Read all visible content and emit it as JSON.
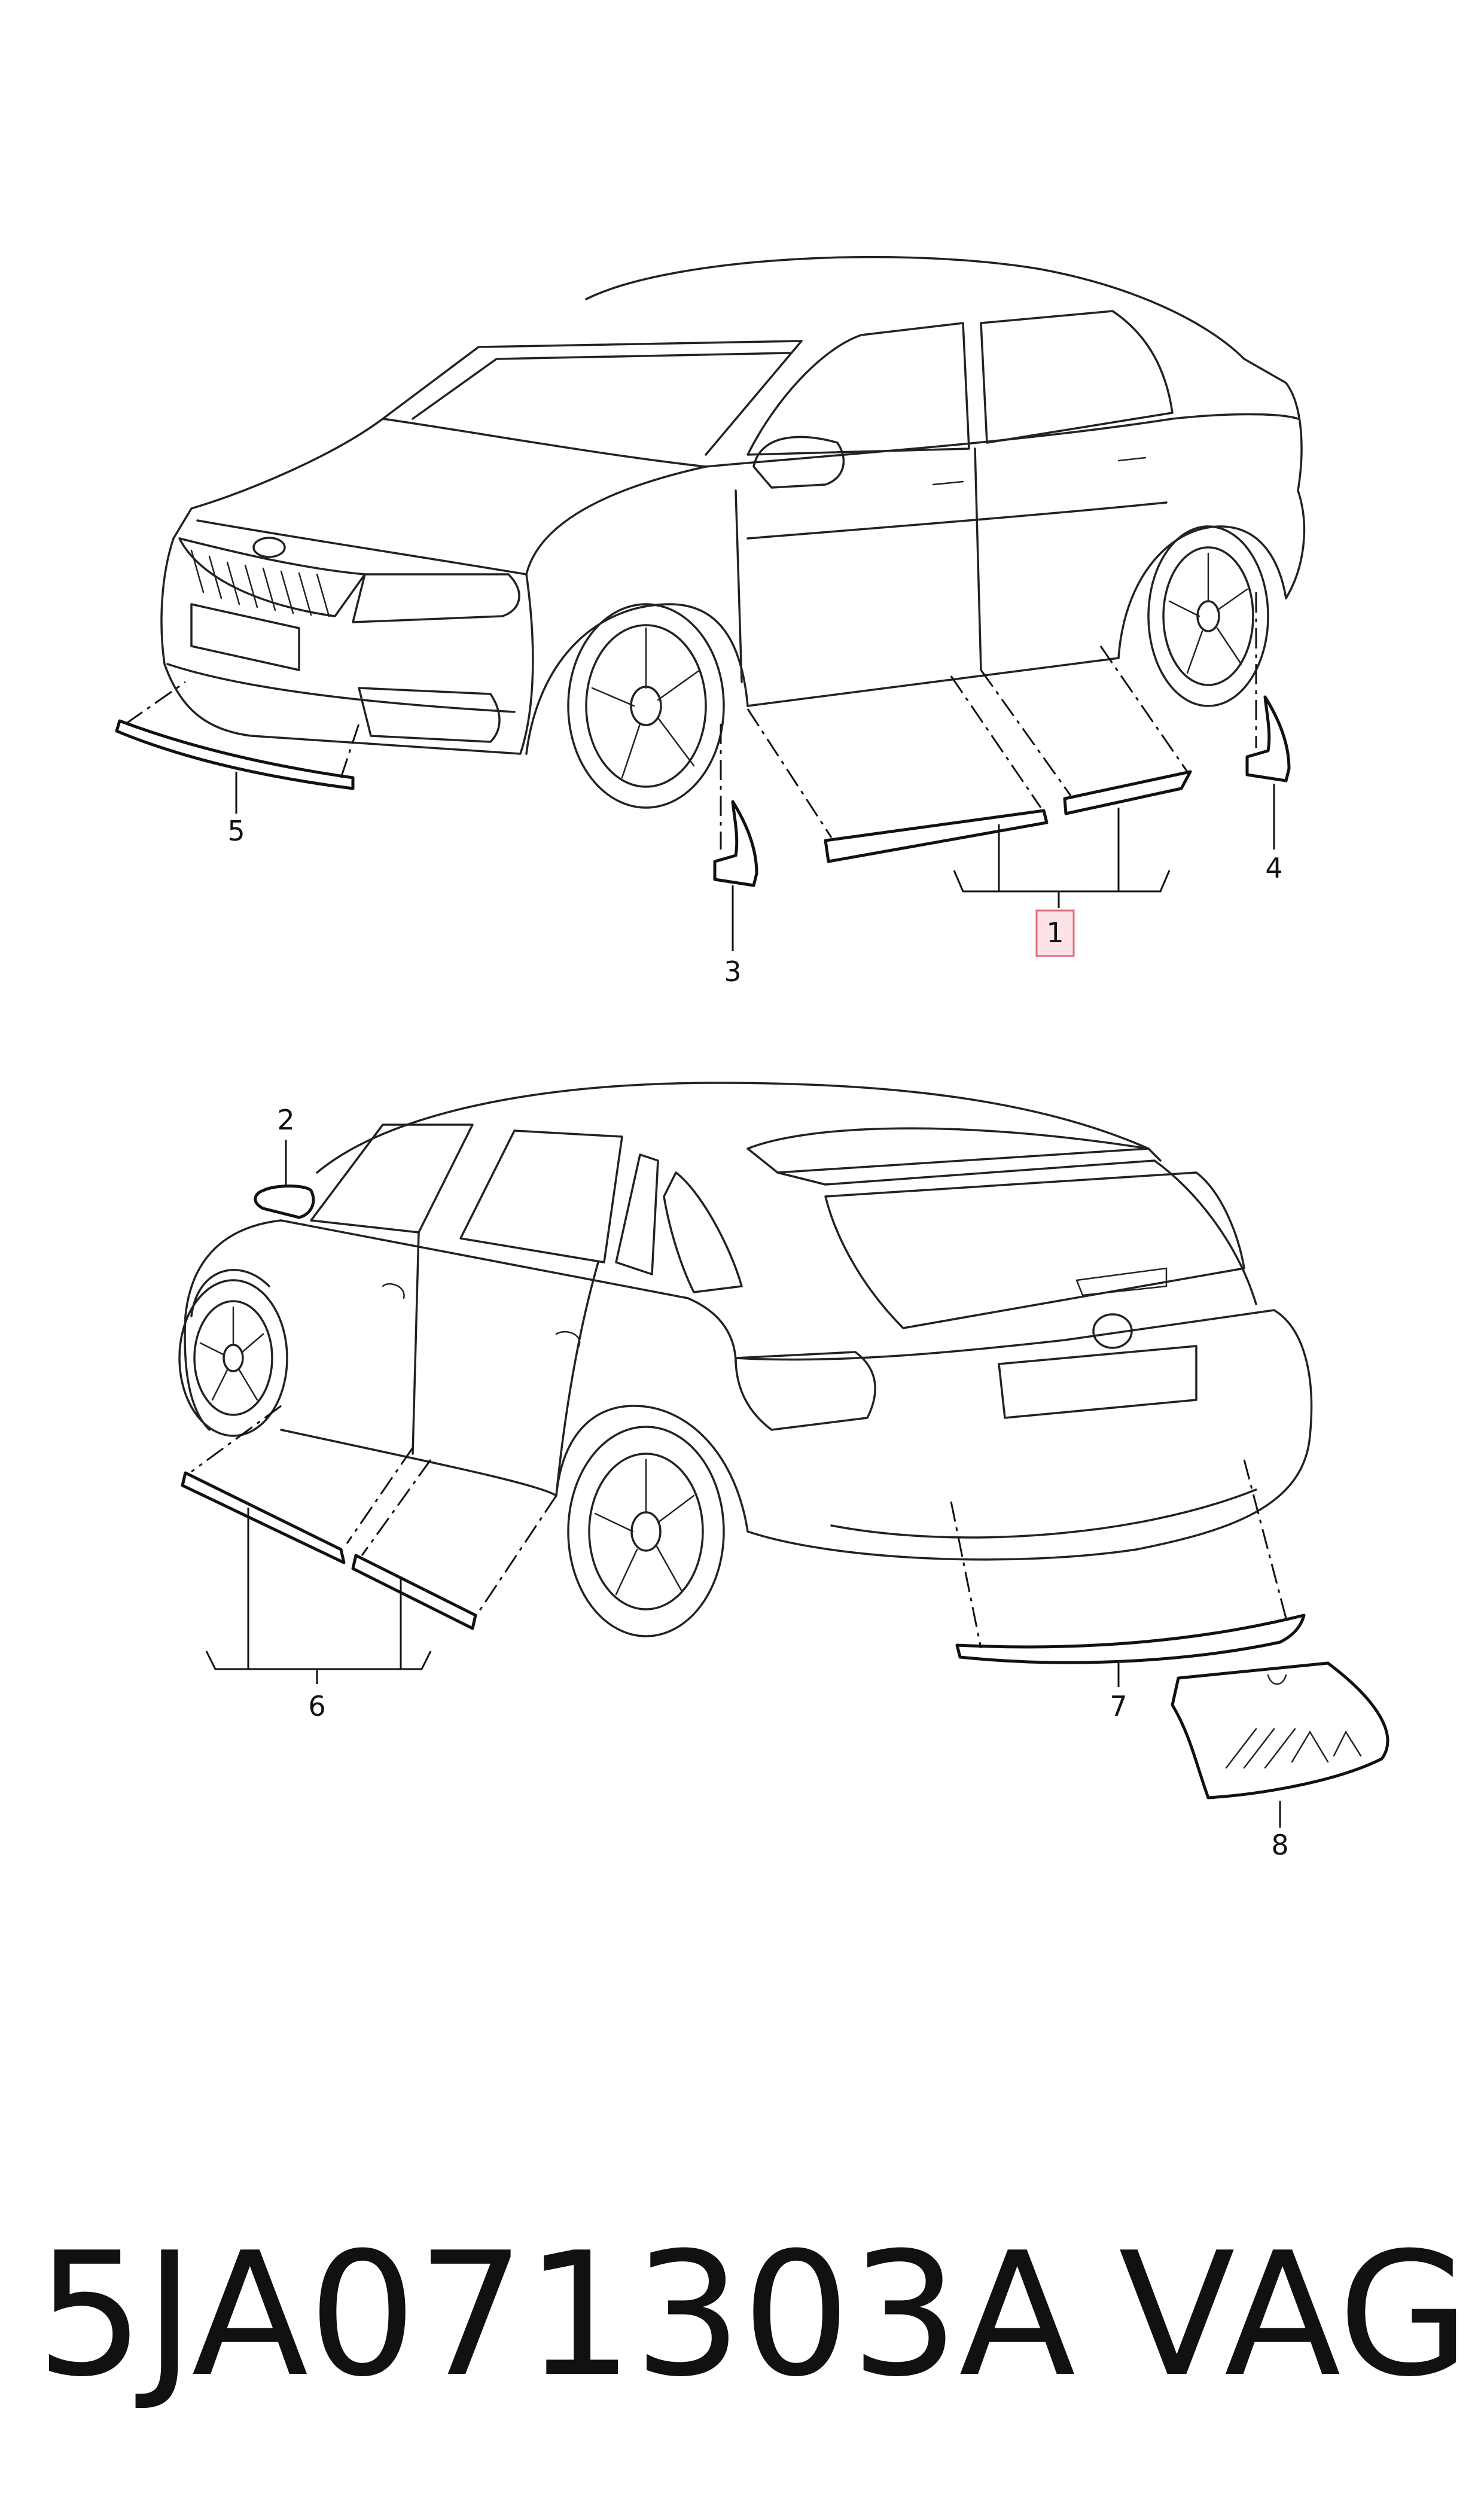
{
  "callouts": {
    "c1": "1",
    "c2": "2",
    "c3": "3",
    "c4": "4",
    "c5": "5",
    "c6": "6",
    "c7": "7",
    "c8": "8"
  },
  "caption": {
    "part_number": "5JA071303A",
    "brand": "VAG"
  },
  "colors": {
    "line": "#222222",
    "highlight_fill": "#fde3e6",
    "highlight_stroke": "#e06a80",
    "background": "#ffffff"
  }
}
